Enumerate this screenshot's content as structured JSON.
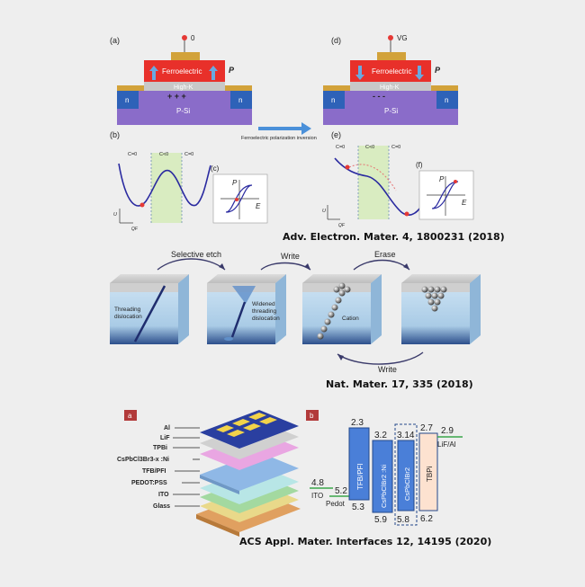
{
  "panel_top": {
    "label_a": "(a)",
    "label_b": "(b)",
    "label_c": "(c)",
    "label_d": "(d)",
    "label_e": "(e)",
    "label_f": "(f)",
    "gate_voltage_a": "0",
    "gate_voltage_d": "VG",
    "ferroelectric_label": "Ferroelectric",
    "polarization_label": "P",
    "high_k_label": "High-K",
    "substrate_label": "P-Si",
    "n_label": "n",
    "plus_charges": "+ + +",
    "minus_charges": "-   -   -",
    "arrow_caption": "Ferroelectric polarization inversion",
    "c0_label": "C=0",
    "cneg_label": "C<0",
    "u_axis": "U",
    "qf_axis": "QF",
    "p_axis": "P",
    "e_axis": "E",
    "citation": "Adv. Electron. Mater. 4, 1800231 (2018)"
  },
  "panel_middle": {
    "step1": "Selective etch",
    "step2": "Write",
    "step3": "Erase",
    "step4": "Write",
    "box1_label_a": "Threading",
    "box1_label_b": "dislocation",
    "box2_label_a": "Widened",
    "box2_label_b": "threading",
    "box2_label_c": "dislocation",
    "box3_label": "Cation",
    "citation": "Nat. Mater. 17, 335 (2018)"
  },
  "panel_bottom": {
    "label_a": "a",
    "label_b": "b",
    "layers": [
      "Al",
      "LiF",
      "TPBi",
      "CsPbCl3Br3-x :Ni",
      "TFB/PFI",
      "PEDOT:PSS",
      "ITO",
      "Glass"
    ],
    "energy": {
      "ito": "4.8",
      "ito_label": "ITO",
      "pedot": "5.2",
      "pedot_label": "Pedot",
      "tfb_top": "2.3",
      "tfb_bottom": "5.3",
      "tfb_label": "TFB/PFI",
      "csni_top": "3.2",
      "csni_bottom": "5.9",
      "csni_label": "CsPbClBr2 :Ni",
      "cs_top": "3.14",
      "cs_bottom": "5.8",
      "cs_label": "CsPbClBr2",
      "tbpi_top": "2.7",
      "tbpi_bottom": "6.2",
      "tbpi_label": "TBPi",
      "lif": "2.9",
      "lif_label": "LiF/Al"
    },
    "citation": "ACS Appl. Mater. Interfaces 12, 14195 (2020)"
  }
}
